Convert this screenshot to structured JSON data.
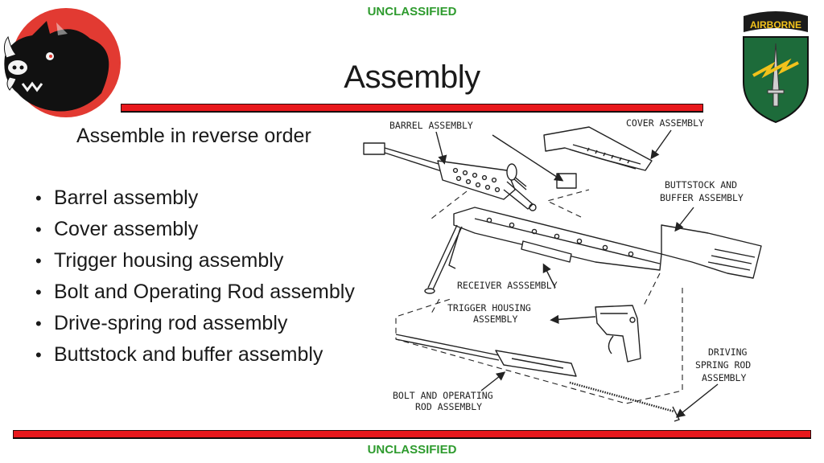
{
  "classification": {
    "top": "UNCLASSIFIED",
    "bottom": "UNCLASSIFIED"
  },
  "slide": {
    "title": "Assembly",
    "subtitle": "Assemble in reverse order",
    "bullets": [
      "Barrel assembly",
      "Cover assembly",
      "Trigger housing assembly",
      "Bolt and Operating Rod assembly",
      "Drive-spring rod assembly",
      "Buttstock and buffer assembly"
    ]
  },
  "logos": {
    "right_tab": "AIRBORNE"
  },
  "diagram": {
    "labels": {
      "barrel": "BARREL ASSEMBLY",
      "cover": "COVER ASSEMBLY",
      "buttstock_1": "BUTTSTOCK AND",
      "buttstock_2": "BUFFER ASSEMBLY",
      "receiver": "RECEIVER ASSSEMBLY",
      "trigger_1": "TRIGGER HOUSING",
      "trigger_2": "ASSEMBLY",
      "driving_1": "DRIVING",
      "driving_2": "SPRING ROD",
      "driving_3": "ASSEMBLY",
      "bolt_1": "BOLT AND OPERATING",
      "bolt_2": "ROD ASSEMBLY"
    }
  },
  "colors": {
    "classification": "#2e9b2e",
    "bar": "#e8181c",
    "logo_red": "#e23a32",
    "patch_green": "#1d6b3a",
    "airborne_tab": "#1b1b1b",
    "airborne_text": "#f2c21b"
  }
}
